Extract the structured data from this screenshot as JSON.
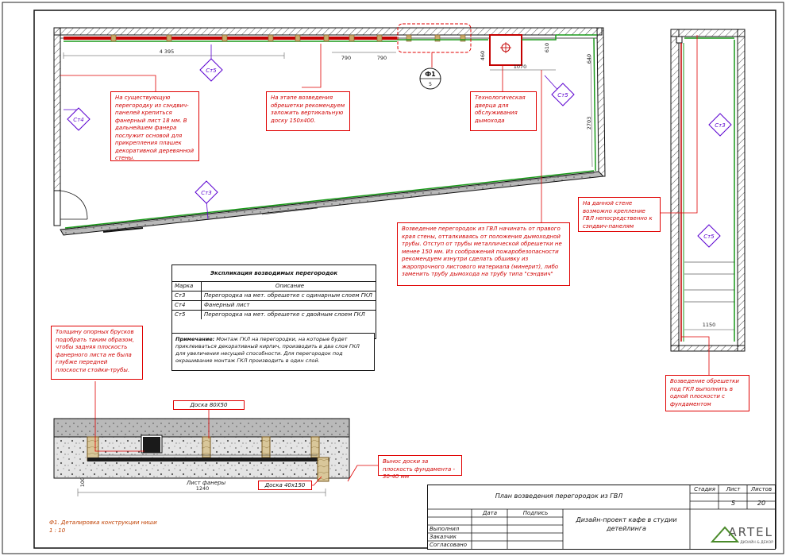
{
  "sheet_title": "План возведения перегородок из ГВЛ",
  "project_title": "Дизайн-проект кафе в студии детейлинга",
  "stage_label": "Стадия",
  "sheet_label": "Лист",
  "sheets_label": "Листов",
  "sheet_number": "5",
  "sheets_total": "20",
  "date_label": "Дата",
  "signature_label": "Подпись",
  "role_done": "Выполнил",
  "role_client": "Заказчик",
  "role_agreed": "Согласовано",
  "brand": "ARTEL",
  "brand_sub": "ДИЗАЙН & ДЕКОР",
  "legend": {
    "title": "Экспликация возводимых перегородок",
    "col_mark": "Марка",
    "col_desc": "Описание",
    "rows": [
      {
        "mark": "Ст3",
        "desc": "Перегородка на мет. обрешетке с одинарным слоем ГКЛ"
      },
      {
        "mark": "Ст4",
        "desc": "Фанерный лист"
      },
      {
        "mark": "Ст5",
        "desc": "Перегородка на мет. обрешетке с двойным слоем ГКЛ"
      }
    ]
  },
  "remark": {
    "label": "Примечание:",
    "text": " Монтаж ГКЛ на перегородки, на которые будет приклеиваться декоративный кирпич, производить в два слоя ГКЛ для увеличения несущей способности. Для перегородок под окрашивание монтаж ГКЛ производить в один слой."
  },
  "notes": {
    "n1": "На существующую перегородку из сэндвич-панелей крепиться фанерный лист 18 мм. В дальнейшем фанера послужит основой для прикрепления плашек декоративной деревянной стены.",
    "n2": "На этапе возведения обрешетки рекомендуем заложить вертикальную доску 150х400.",
    "n3": "Технологическая дверца для обслуживания дымохода",
    "n4": "Возведение перегородок из ГВЛ начинать от правого края стены, отталкиваясь от положения дымоходной трубы. Отступ от трубы металлической обрешетки не менее 150 мм. Из соображений пожаробезопасности рекомендуем изнутри сделать обшивку из жаропрочного листового материала (минерит), либо заменить трубу дымохода на трубу типа \"сэндвич\"",
    "n5": "На данной стене возможно крепление ГВЛ непосредственно к сэндвич-панелям",
    "n6": "Толщину опорных брусков подобрать таким образом, чтобы задняя плоскость фанерного листа не была глубже передней плоскости стойки-трубы.",
    "n7": "Возведение обрешетки под ГКЛ выполнить в одной плоскости с фундаментом",
    "n8": "Вынос доски за плоскость фундамента - 30-40 мм"
  },
  "tags": {
    "st3": "Ст3",
    "st4": "Ст4",
    "st5": "Ст5",
    "f1": "Ф1",
    "f1_sheet": "5"
  },
  "dims": {
    "d4395": "4 395",
    "d790a": "790",
    "d790b": "790",
    "d460": "460",
    "d1070": "1070",
    "d610": "610",
    "d640": "640",
    "d2703": "2703",
    "d1150": "1150",
    "d100": "100",
    "d1240": "1240"
  },
  "detail": {
    "board_top": "Доска 80Х50",
    "board_bottom": "Доска 40х150",
    "plywood": "Лист фанеры",
    "caption": "Ф1. Деталировка конструкции ниши",
    "scale": "1 : 10"
  }
}
